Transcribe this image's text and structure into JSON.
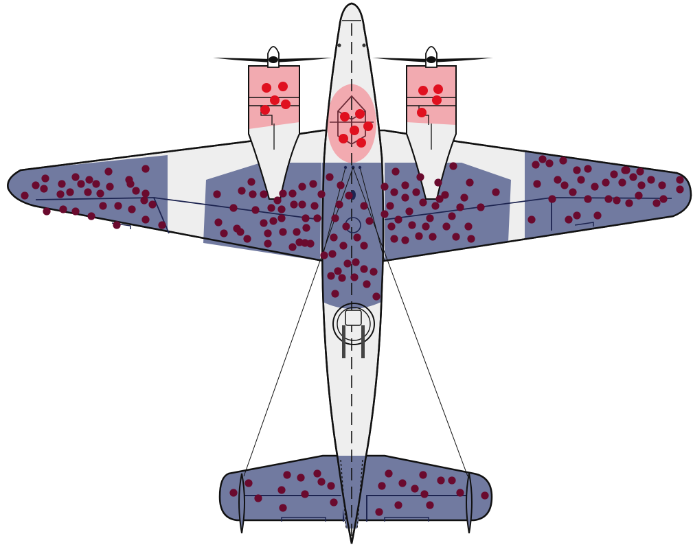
{
  "diagram": {
    "subject": "survivorship-bias-aircraft",
    "colors": {
      "fuselage": "#eeeeee",
      "damaged_zone": "#717aa0",
      "damage_dot": "#6a0a2e",
      "critical_zone": "#f2aab0",
      "critical_dot": "#e0101f",
      "outline": "#111111",
      "panel_line": "#1d2450"
    },
    "zones": [
      {
        "name": "left-outer-wing",
        "severity": "survived-damage"
      },
      {
        "name": "left-inner-wing",
        "severity": "survived-damage"
      },
      {
        "name": "right-inner-wing",
        "severity": "survived-damage"
      },
      {
        "name": "right-outer-wing",
        "severity": "survived-damage"
      },
      {
        "name": "central-fuselage",
        "severity": "survived-damage"
      },
      {
        "name": "tailplane",
        "severity": "survived-damage"
      },
      {
        "name": "left-engine",
        "severity": "critical"
      },
      {
        "name": "right-engine",
        "severity": "critical"
      },
      {
        "name": "cockpit",
        "severity": "critical"
      }
    ]
  }
}
